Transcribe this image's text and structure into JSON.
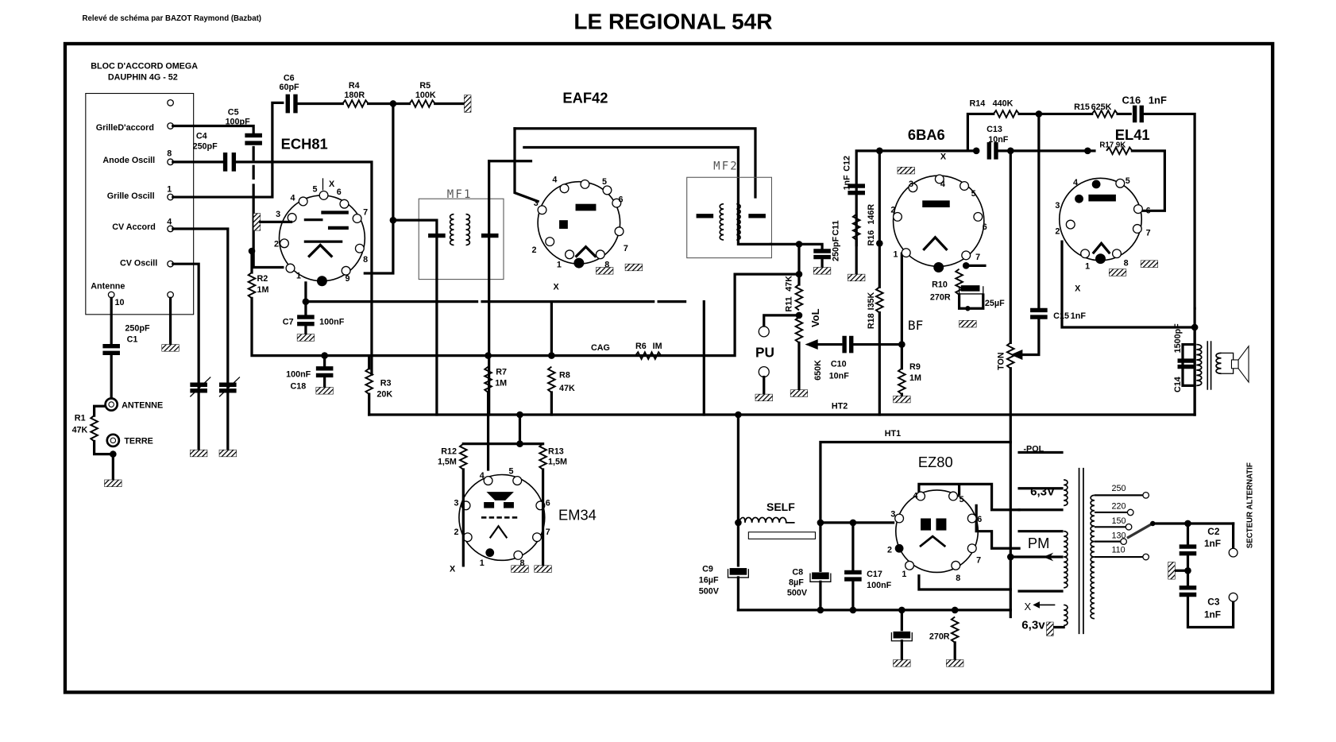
{
  "credit": "Relevé de schéma par BAZOT Raymond (Bazbat)",
  "title": "LE REGIONAL 54R",
  "bloc": {
    "title_line1": "BLOC D'ACCORD OMEGA",
    "title_line2": "DAUPHIN 4G - 52",
    "terminals": [
      {
        "label": "GrilleD'accord",
        "pin": ""
      },
      {
        "label": "Anode Oscill",
        "pin": "8"
      },
      {
        "label": "Grille Oscill",
        "pin": "1"
      },
      {
        "label": "CV Accord",
        "pin": "4"
      },
      {
        "label": "CV Oscill",
        "pin": ""
      },
      {
        "label": "Antenne",
        "pin": "10"
      }
    ]
  },
  "tubes": {
    "ech81": {
      "name": "ECH81",
      "pins": [
        "1",
        "2",
        "3",
        "4",
        "5",
        "6",
        "7",
        "8",
        "9"
      ],
      "x_label": "X"
    },
    "eaf42": {
      "name": "EAF42",
      "pins": [
        "1",
        "2",
        "3",
        "4",
        "5",
        "6",
        "7",
        "8"
      ],
      "x_label": "X"
    },
    "ba6": {
      "name": "6BA6",
      "pins": [
        "1",
        "2",
        "3",
        "4",
        "5",
        "6",
        "7"
      ],
      "x_label": "X"
    },
    "el41": {
      "name": "EL41",
      "pins": [
        "1",
        "2",
        "3",
        "4",
        "5",
        "6",
        "7",
        "8"
      ],
      "x_label": "X"
    },
    "em34": {
      "name": "EM34",
      "pins": [
        "1",
        "2",
        "3",
        "4",
        "5",
        "6",
        "7",
        "8"
      ],
      "x_label": "X"
    },
    "ez80": {
      "name": "EZ80",
      "pins": [
        "1",
        "2",
        "3",
        "4",
        "5",
        "6",
        "7",
        "8"
      ]
    }
  },
  "transformers": {
    "mf1": "MF1",
    "mf2": "MF2"
  },
  "components": {
    "c1": {
      "ref": "C1",
      "value": "250pF"
    },
    "c2": {
      "ref": "C2",
      "value": "1nF"
    },
    "c3": {
      "ref": "C3",
      "value": "1nF"
    },
    "c4": {
      "ref": "C4",
      "value": "250pF"
    },
    "c5": {
      "ref": "C5",
      "value": "100pF"
    },
    "c6": {
      "ref": "C6",
      "value": "60pF"
    },
    "c7": {
      "ref": "C7",
      "value": "100nF"
    },
    "c8": {
      "ref": "C8",
      "value": "8µF",
      "voltage": "500V"
    },
    "c9": {
      "ref": "C9",
      "value": "16µF",
      "voltage": "500V"
    },
    "c10": {
      "ref": "C10",
      "value": "10nF"
    },
    "c11": {
      "ref": "C11",
      "value": "250pF"
    },
    "c12": {
      "ref": "C12",
      "value": "1nF"
    },
    "c13": {
      "ref": "C13",
      "value": "10nF"
    },
    "c14": {
      "ref": "C14",
      "value": "1500pF"
    },
    "c15": {
      "ref": "C15",
      "value": "1nF"
    },
    "c16": {
      "ref": "C16",
      "value": "1nF"
    },
    "c17": {
      "ref": "C17",
      "value": "100nF"
    },
    "c18": {
      "ref": "C18",
      "value": "100nF"
    },
    "c_cathode": {
      "value": "25µF"
    },
    "r1": {
      "ref": "R1",
      "value": "47K"
    },
    "r2": {
      "ref": "R2",
      "value": "1M"
    },
    "r3": {
      "ref": "R3",
      "value": "20K"
    },
    "r4": {
      "ref": "R4",
      "value": "180R"
    },
    "r5": {
      "ref": "R5",
      "value": "100K"
    },
    "r6": {
      "ref": "R6",
      "value": "IM"
    },
    "r7": {
      "ref": "R7",
      "value": "1M"
    },
    "r8": {
      "ref": "R8",
      "value": "47K"
    },
    "r9": {
      "ref": "R9",
      "value": "1M"
    },
    "r10": {
      "ref": "R10",
      "value": "270R"
    },
    "r11": {
      "ref": "R11",
      "value": "47K"
    },
    "r12": {
      "ref": "R12",
      "value": "1,5M"
    },
    "r13": {
      "ref": "R13",
      "value": "1,5M"
    },
    "r14": {
      "ref": "R14",
      "value": "440K"
    },
    "r15": {
      "ref": "R15",
      "value": "625K"
    },
    "r16": {
      "ref": "R16",
      "value": "146R"
    },
    "r17": {
      "ref": "R17",
      "value": "9K"
    },
    "r18": {
      "ref": "R18",
      "value": "I35K"
    },
    "r_pol": {
      "value": "270R"
    },
    "vol": {
      "label": "VoL",
      "value": "650K"
    },
    "ton": {
      "label": "TON"
    },
    "self": {
      "label": "SELF"
    }
  },
  "connectors": {
    "antenne": "ANTENNE",
    "terre": "TERRE",
    "pu": "PU",
    "secteur": "SECTEUR ALTERNATIF"
  },
  "nets": {
    "cag": "CAG",
    "ht1": "HT1",
    "ht2": "HT2",
    "pol": "-POL",
    "bf": "BF",
    "pm": "PM",
    "heater_a": "6,3V",
    "heater_b": "6,3v",
    "x": "X"
  },
  "mains_taps": [
    "250",
    "220",
    "150",
    "130",
    "110"
  ],
  "selected_tap": "130"
}
